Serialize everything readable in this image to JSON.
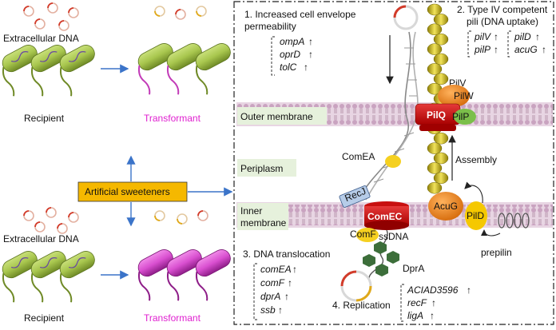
{
  "left": {
    "top": {
      "extracellular_label": "Extracellular DNA",
      "recipient_label": "Recipient",
      "transformant_label": "Transformant"
    },
    "bottom": {
      "extracellular_label": "Extracellular DNA",
      "recipient_label": "Recipient",
      "transformant_label": "Transformant"
    },
    "sweeteners_label": "Artificial sweeteners"
  },
  "panel": {
    "section1": {
      "title_line1": "1.  Increased cell envelope",
      "title_line2": "permeability",
      "genes": [
        "ompA",
        "oprD",
        "tolC"
      ]
    },
    "section2": {
      "title_line1": "2. Type IV competent",
      "title_line2": "pili (DNA uptake)",
      "genes_left": [
        "pilV",
        "pilP"
      ],
      "genes_right": [
        "pilD",
        "acuG"
      ]
    },
    "section3": {
      "title": "3. DNA translocation",
      "genes": [
        "comEA",
        "comF",
        "dprA",
        "ssb"
      ]
    },
    "section4": {
      "title": "4. Replication",
      "genes": [
        "ACIAD3596",
        "recF",
        "ligA"
      ]
    },
    "labels": {
      "outer_membrane": "Outer membrane",
      "periplasm": "Periplasm",
      "inner_membrane_1": "Inner",
      "inner_membrane_2": "membrane",
      "pilv": "PilV",
      "pilw": "PilW",
      "pilq": "PilQ",
      "pilp": "PilP",
      "comea": "ComEA",
      "assembly": "Assembly",
      "recj": "RecJ",
      "comec": "ComEC",
      "acug": "AcuG",
      "pild": "PilD",
      "comf": "ComF",
      "ssdna": "ssDNA",
      "dpra": "DprA",
      "prepilin": "prepilin"
    },
    "up_arrow": "↑"
  },
  "colors": {
    "membrane": "#d9bcd2",
    "label_box": "#e6f1dc",
    "red_protein": "#cc0a0a",
    "orange_protein": "#f08a24",
    "pilus": "#d8c61e",
    "sweetener_box": "#f5b800",
    "cell_green": "#a8c64e",
    "cell_magenta": "#d94fd0",
    "arrow_blue": "#3b74c9"
  }
}
